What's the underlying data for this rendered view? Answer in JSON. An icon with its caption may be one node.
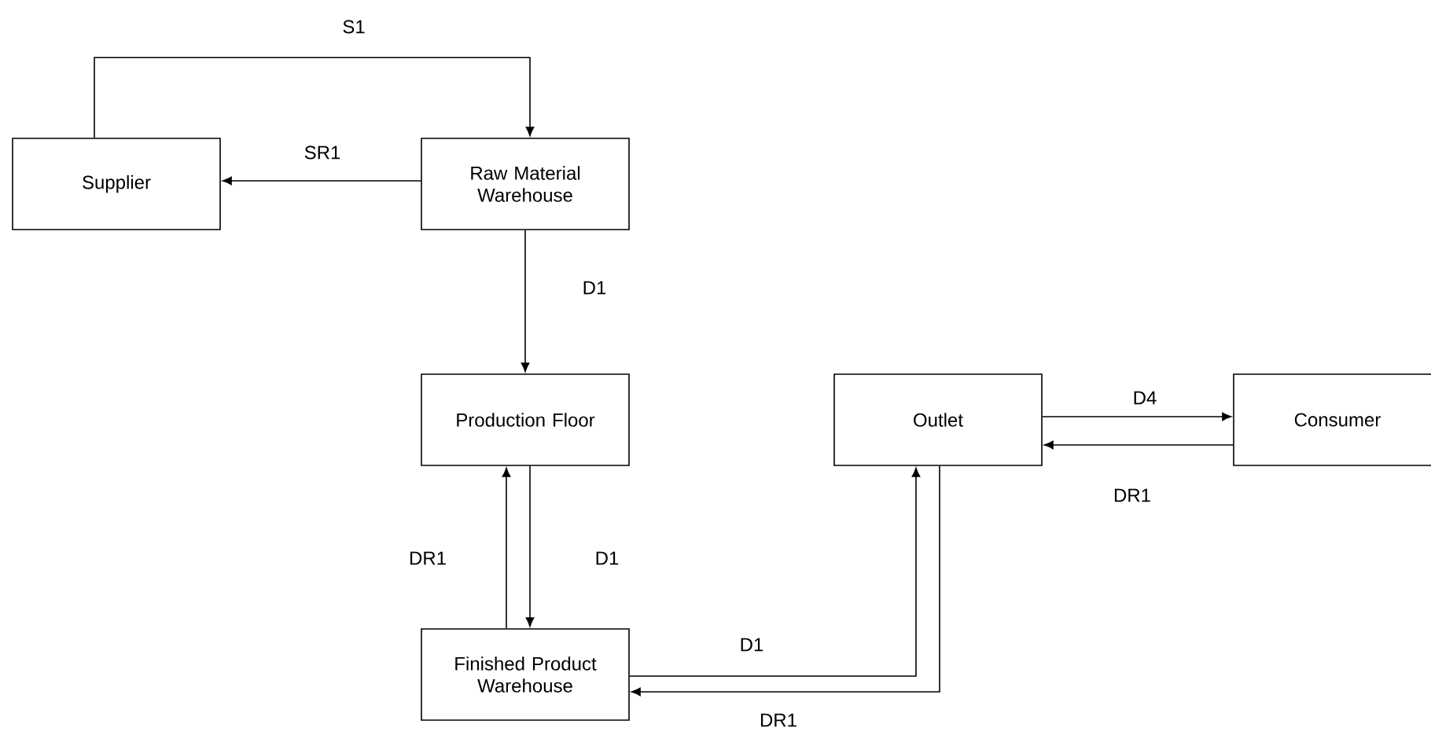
{
  "diagram": {
    "nodes": [
      {
        "text": [
          "Supplier"
        ]
      },
      {
        "text": [
          "Raw Material Warehouse"
        ]
      },
      {
        "text": [
          "Production Floor"
        ]
      },
      {
        "text": [
          "Finished Product Warehouse"
        ]
      },
      {
        "text": [
          "Outlet"
        ]
      },
      {
        "text": [
          "Consumer"
        ]
      }
    ],
    "edges": [
      {
        "from": 0,
        "to": 1,
        "arrow": "to",
        "label": "S1"
      },
      {
        "from": 1,
        "to": 0,
        "arrow": "to",
        "label": "SR1"
      },
      {
        "from": 1,
        "to": 2,
        "arrow": "to",
        "label": "D1"
      },
      {
        "from": 3,
        "to": 2,
        "arrow": "to",
        "label": "DR1"
      },
      {
        "from": 2,
        "to": 3,
        "arrow": "to",
        "label": "D1"
      },
      {
        "from": 3,
        "to": 4,
        "arrow": "to",
        "label": "D1"
      },
      {
        "from": 4,
        "to": 3,
        "arrow": "to",
        "label": "DR1"
      },
      {
        "from": 4,
        "to": 5,
        "arrow": "to",
        "label": "D4"
      },
      {
        "from": 5,
        "to": 4,
        "arrow": "to",
        "label": "DR1"
      }
    ]
  }
}
